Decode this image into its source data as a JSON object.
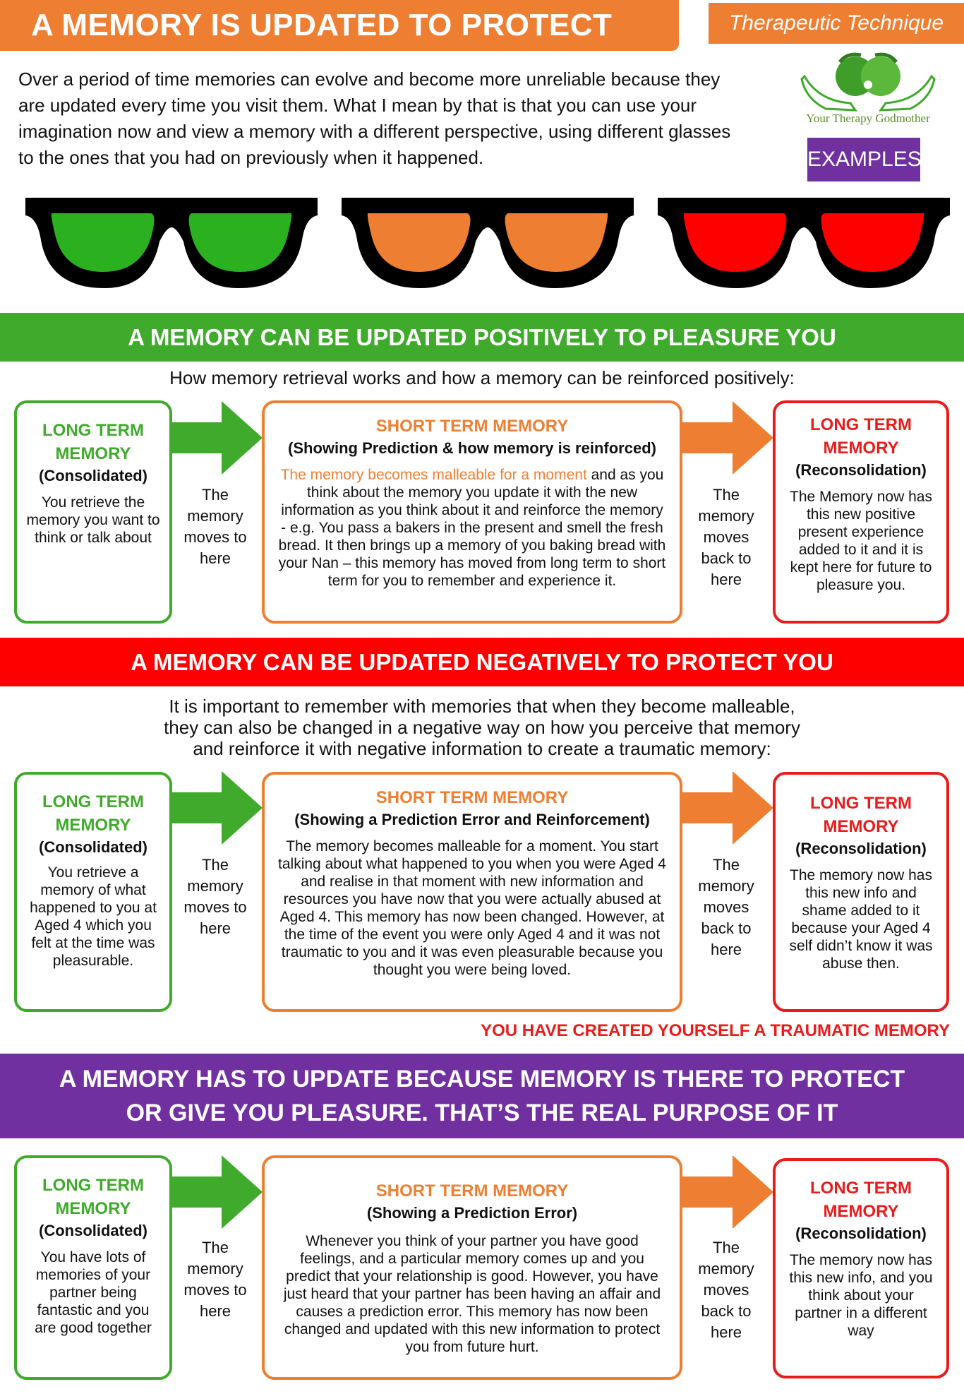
{
  "header": {
    "title": "A MEMORY IS UPDATED TO PROTECT YOU",
    "tag": "Therapeutic Technique",
    "intro": "Over a period of time memories can evolve and become more unreliable because they are updated every time you visit them.  What I mean by that is that you can use your imagination now and view a memory with a different perspective, using different glasses to the ones that you had on previously when it happened.",
    "logo_text": "Your Therapy Godmother",
    "examples_label": "EXAMPLES"
  },
  "glasses": [
    {
      "lens_color": "#2bb11f"
    },
    {
      "lens_color": "#ee7f32"
    },
    {
      "lens_color": "#ff0000"
    }
  ],
  "sections": [
    {
      "banner": "A MEMORY CAN BE UPDATED POSITIVELY TO PLEASURE YOU",
      "subtext": "How memory retrieval works and how a memory can be reinforced positively:",
      "left": {
        "title1": "LONG TERM",
        "title2": "MEMORY",
        "sub": "(Consolidated)",
        "body": "You retrieve the memory you want to think or talk about"
      },
      "arrow1": "The memory moves to here",
      "middle": {
        "title": "SHORT TERM MEMORY",
        "sub": "(Showing Prediction & how memory is reinforced)",
        "highlight": "The memory becomes malleable for a moment",
        "body": " and as you think about the memory you update it with the new information as you think about it and reinforce the memory - e.g. You pass a bakers in the present and smell the fresh bread.  It then brings up a memory of you baking bread with your Nan – this memory has moved from long term to short term for you to remember and experience it."
      },
      "arrow2": "The memory moves back to here",
      "right": {
        "title1": "LONG TERM",
        "title2": "MEMORY",
        "sub": "(Reconsolidation)",
        "body": "The Memory now has this new positive present experience added to it and it is kept here for future to pleasure you."
      }
    },
    {
      "banner": "A MEMORY CAN BE UPDATED NEGATIVELY TO PROTECT YOU",
      "subtext1": "It is important to remember with memories that when they become malleable,",
      "subtext2": "they can also be changed in a negative way on how you perceive that memory",
      "subtext3": "and reinforce it with negative information to create a traumatic memory:",
      "left": {
        "title1": "LONG TERM",
        "title2": "MEMORY",
        "sub": "(Consolidated)",
        "body": "You retrieve a memory of what happened to you at Aged 4 which you felt at the time was pleasurable."
      },
      "arrow1": "The memory moves to here",
      "middle": {
        "title": "SHORT TERM MEMORY",
        "sub": "(Showing a Prediction Error and Reinforcement)",
        "body": "The memory becomes malleable for a moment.  You start talking about what happened to you when you were Aged 4 and realise in that moment with new information and resources you have now that you were actually abused at Aged 4. This memory has now been changed. However, at the time of the event you were only Aged 4 and it was not traumatic to you and it was even pleasurable because you thought you were being loved."
      },
      "arrow2": "The memory moves back to here",
      "right": {
        "title1": "LONG TERM",
        "title2": "MEMORY",
        "sub": "(Reconsolidation)",
        "body": "The memory now has this new info and shame added to it because your Aged 4 self didn’t know it was abuse then."
      },
      "warning": "YOU HAVE CREATED YOURSELF A TRAUMATIC MEMORY"
    },
    {
      "banner1": "A MEMORY HAS TO UPDATE BECAUSE MEMORY IS THERE TO PROTECT",
      "banner2": "OR GIVE YOU PLEASURE. THAT’S THE REAL PURPOSE OF IT",
      "left": {
        "title1": "LONG TERM",
        "title2": "MEMORY",
        "sub": "(Consolidated)",
        "body": "You have lots of memories of your partner being fantastic and you are good together"
      },
      "arrow1": "The memory moves to here",
      "middle": {
        "title": "SHORT TERM MEMORY",
        "sub": "(Showing a Prediction Error)",
        "body": "Whenever you think of your partner you have good feelings, and a particular memory comes up and you predict that your relationship is good.  However, you have just heard that your partner has been having an affair and causes a prediction error.  This memory has now been changed and updated with this new information to protect you from future hurt."
      },
      "arrow2": "The memory moves back to here",
      "right": {
        "title1": "LONG TERM",
        "title2": "MEMORY",
        "sub": "(Reconsolidation)",
        "body": "The memory now has this new info, and you think about your partner in a different way"
      }
    }
  ]
}
